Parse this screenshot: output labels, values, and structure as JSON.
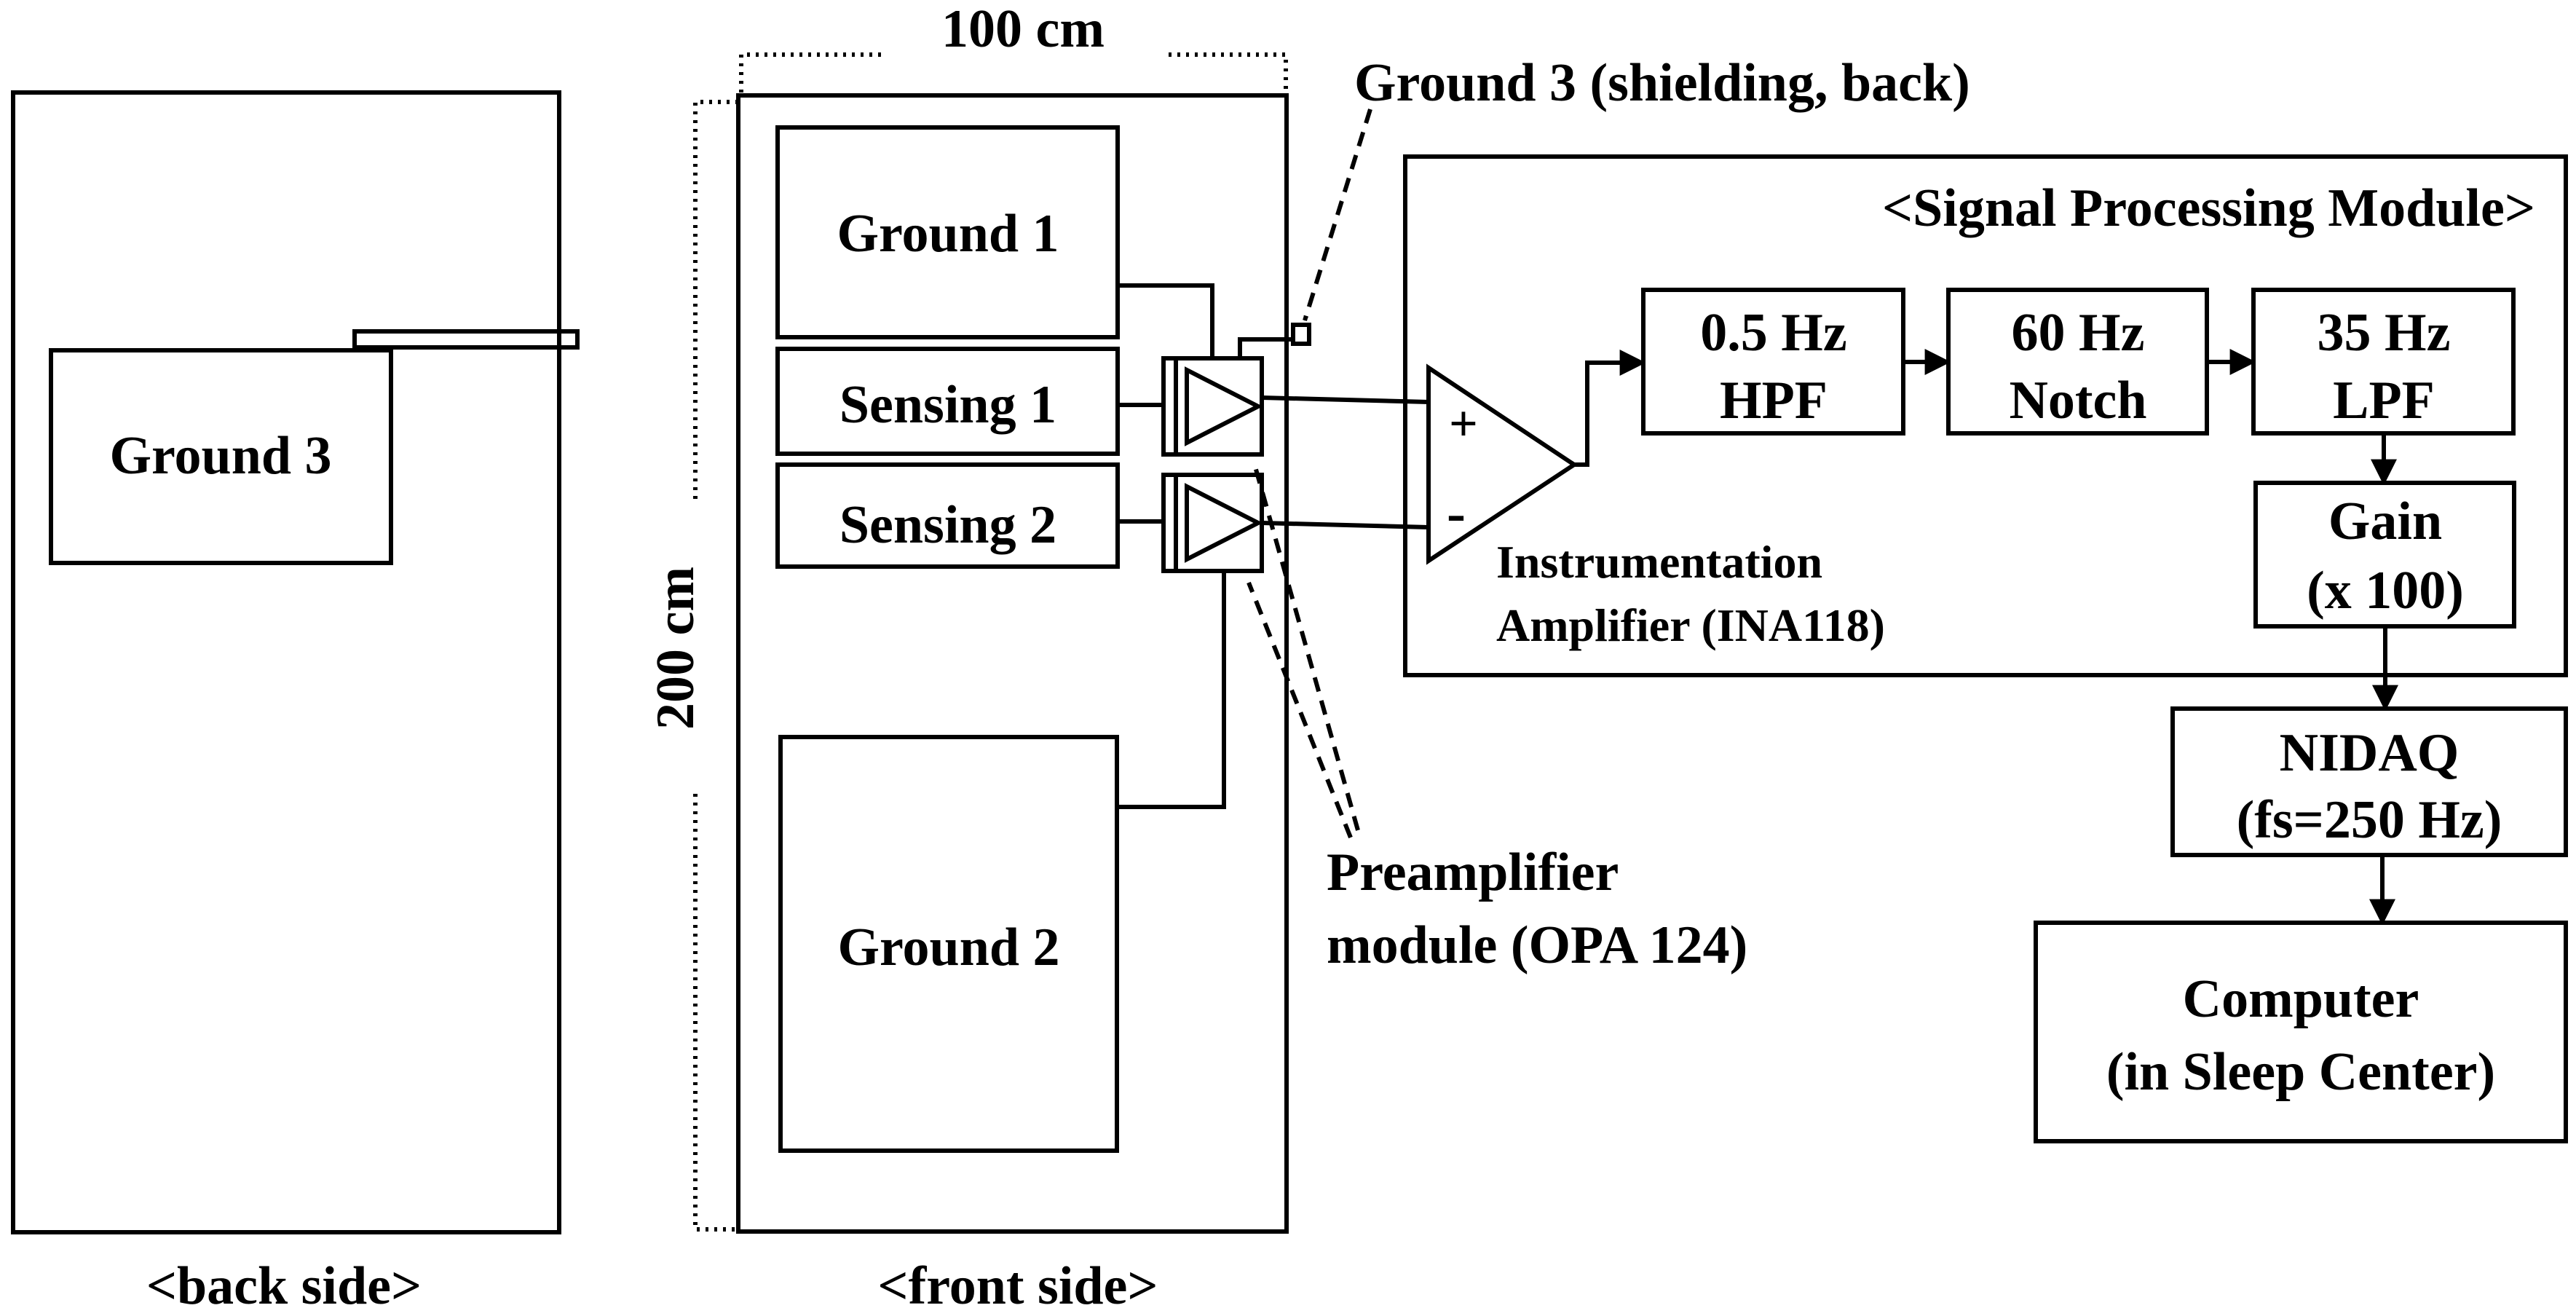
{
  "labels": {
    "width_dim": "100 cm",
    "height_dim": "200 cm",
    "back_side": "<back side>",
    "front_side": "<front side>",
    "ground3_back": "Ground 3",
    "ground1": "Ground 1",
    "sensing1": "Sensing 1",
    "sensing2": "Sensing 2",
    "ground2": "Ground 2",
    "ground3_shield": "Ground 3 (shielding, back)",
    "preamp_line1": "Preamplifier",
    "preamp_line2": "module (OPA 124)",
    "module_title": "<Signal Processing Module>",
    "plus": "+",
    "minus": "-",
    "ina_line1": "Instrumentation",
    "ina_line2": "Amplifier (INA118)",
    "hpf_line1": "0.5 Hz",
    "hpf_line2": "HPF",
    "notch_line1": "60 Hz",
    "notch_line2": "Notch",
    "lpf_line1": "35 Hz",
    "lpf_line2": "LPF",
    "gain_line1": "Gain",
    "gain_line2": "(x 100)",
    "nidaq_line1": "NIDAQ",
    "nidaq_line2": "(fs=250 Hz)",
    "computer_line1": "Computer",
    "computer_line2": "(in Sleep Center)"
  }
}
